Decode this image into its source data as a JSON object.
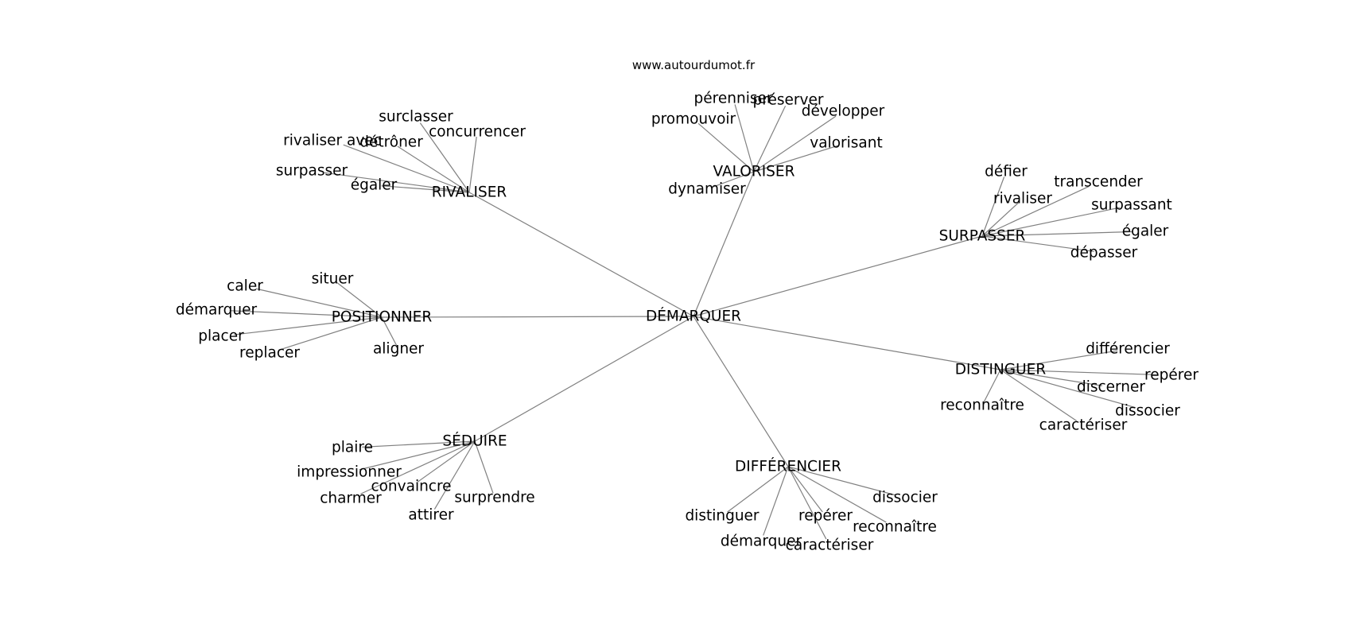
{
  "source": "www.autourdumot.fr",
  "colors": {
    "edge": "#808080",
    "text": "#000000",
    "background": "#ffffff"
  },
  "graph": {
    "center": "DÉMARQUER",
    "hubs": [
      {
        "id": "rivaliser",
        "label": "RIVALISER",
        "leaves": [
          "surclasser",
          "concurrencer",
          "rivaliser avec",
          "détrôner",
          "surpasser",
          "égaler"
        ]
      },
      {
        "id": "valoriser",
        "label": "VALORISER",
        "leaves": [
          "pérenniser",
          "préserver",
          "développer",
          "promouvoir",
          "valorisant",
          "dynamiser"
        ]
      },
      {
        "id": "surpasser",
        "label": "SURPASSER",
        "leaves": [
          "défier",
          "transcender",
          "rivaliser",
          "surpassant",
          "égaler",
          "dépasser"
        ]
      },
      {
        "id": "positionner",
        "label": "POSITIONNER",
        "leaves": [
          "situer",
          "caler",
          "démarquer",
          "placer",
          "replacer",
          "aligner"
        ]
      },
      {
        "id": "distinguer",
        "label": "DISTINGUER",
        "leaves": [
          "différencier",
          "repérer",
          "discerner",
          "dissocier",
          "reconnaître",
          "caractériser"
        ]
      },
      {
        "id": "seduire",
        "label": "SÉDUIRE",
        "leaves": [
          "plaire",
          "impressionner",
          "convaincre",
          "charmer",
          "attirer",
          "surprendre"
        ]
      },
      {
        "id": "differencier",
        "label": "DIFFÉRENCIER",
        "leaves": [
          "dissocier",
          "distinguer",
          "repérer",
          "reconnaître",
          "démarquer",
          "caractériser"
        ]
      }
    ]
  }
}
